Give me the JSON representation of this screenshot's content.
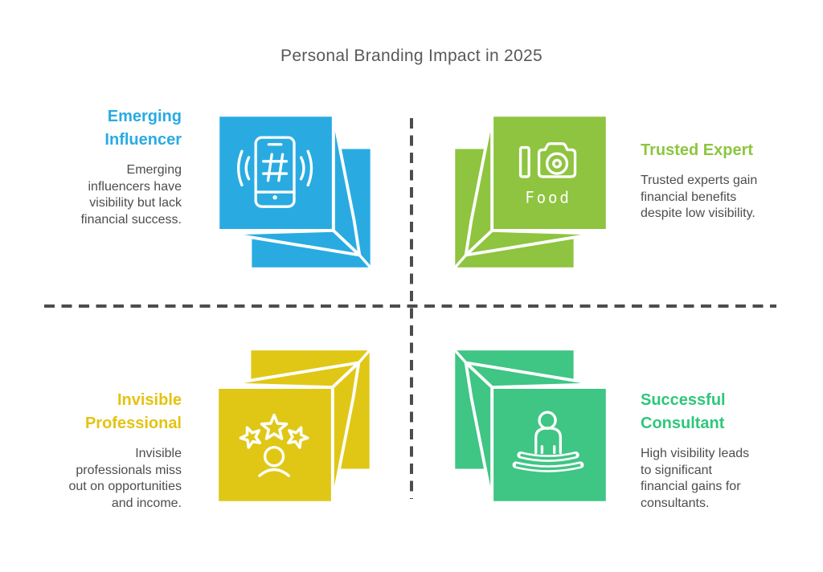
{
  "title": "Personal Branding Impact in 2025",
  "colors": {
    "blue": "#29ABE2",
    "lime_green": "#8EC43F",
    "yellow": "#E0C716",
    "teal_green": "#3FC584",
    "heading_blue": "#29ABE2",
    "heading_lime": "#8CC63F",
    "heading_yellow": "#E4C312",
    "heading_green": "#2FC77B",
    "body_text": "#4D4D4D",
    "title_text": "#58595B",
    "divider": "#4D4D4D"
  },
  "quadrants": {
    "tl": {
      "heading": "Emerging\nInfluencer",
      "body": "Emerging\ninfluencers have\nvisibility but lack\nfinancial success.",
      "accent": "#29ABE2",
      "icon": "smartphone-hashtag-icon"
    },
    "tr": {
      "heading": "Trusted Expert",
      "body": "Trusted experts gain\nfinancial benefits\ndespite low visibility.",
      "accent": "#8CC63F",
      "icon": "food-camera-icon",
      "icon_label": "Food"
    },
    "bl": {
      "heading": "Invisible\nProfessional",
      "body": "Invisible\nprofessionals miss\nout on opportunities\nand income.",
      "accent": "#E4C312",
      "icon": "three-stars-person-icon"
    },
    "br": {
      "heading": "Successful\nConsultant",
      "body": "High visibility leads\nto significant\nfinancial gains for\nconsultants.",
      "accent": "#2FC77B",
      "icon": "speaker-person-icon"
    }
  }
}
